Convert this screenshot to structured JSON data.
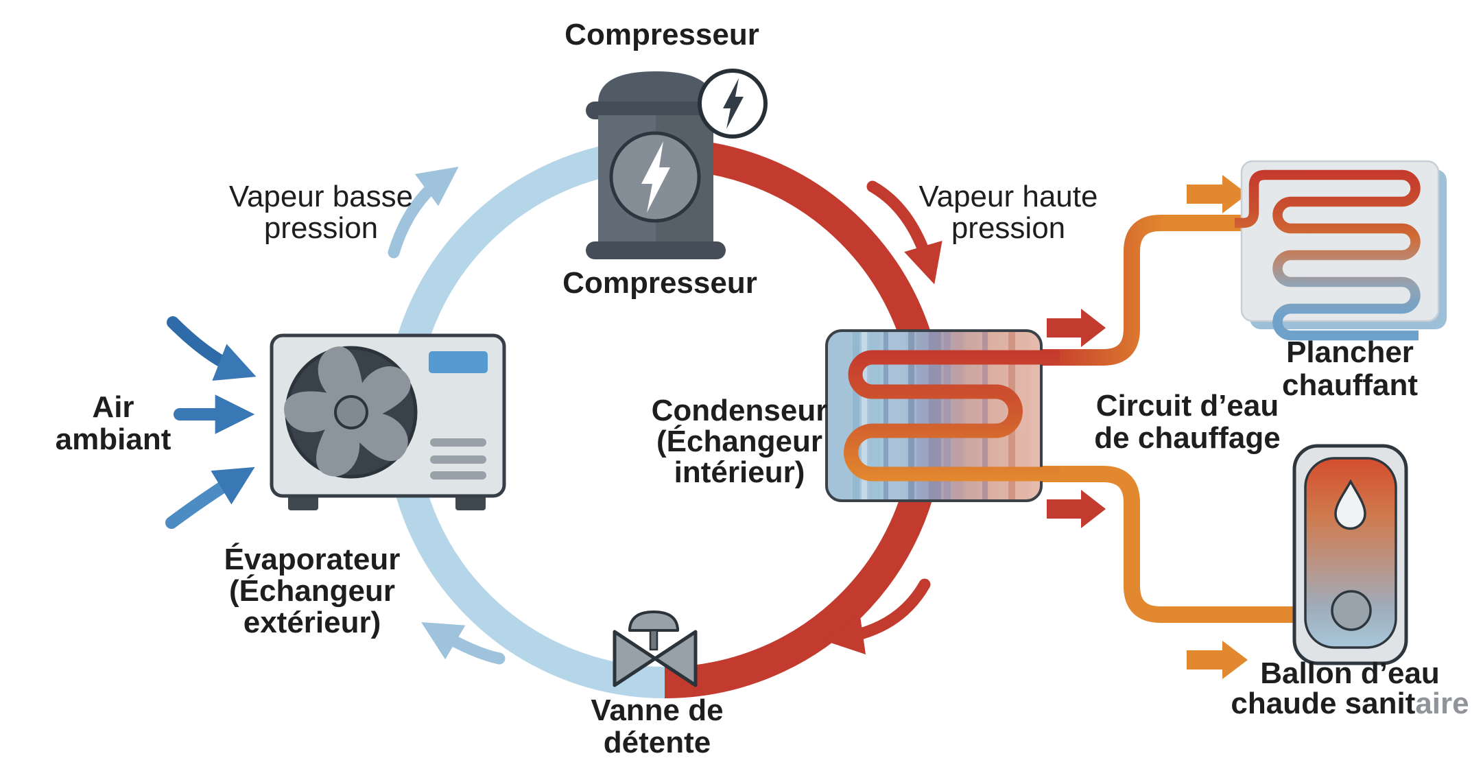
{
  "diagram": {
    "type": "heat-pump-cycle-diagram",
    "language": "fr",
    "labels": {
      "compressor_title": "Compresseur",
      "compressor_caption": "Compresseur",
      "vapor_low_line1": "Vapeur basse",
      "vapor_low_line2": "pression",
      "vapor_high_line1": "Vapeur haute",
      "vapor_high_line2": "pression",
      "air_line1": "Air",
      "air_line2": "ambiant",
      "evaporator_line1": "Évaporateur",
      "evaporator_line2": "(Échangeur",
      "evaporator_line3": "extérieur)",
      "condenser_line1": "Condenseur",
      "condenser_line2": "(Échangeur",
      "condenser_line3": "intérieur)",
      "valve_line1": "Vanne de",
      "valve_line2": "détente",
      "circuit_line1": "Circuit d’eau",
      "circuit_line2": "de chauffage",
      "floor_line1": "Plancher",
      "floor_line2": "chauffant",
      "tank_line1": "Ballon d’eau",
      "tank_line2_main": "chaude sanit",
      "tank_line2_faded": "aire"
    },
    "colors": {
      "low_pressure_loop": "#b5d5e9",
      "low_pressure_arrow": "#9fc3dd",
      "high_pressure_loop": "#c23b2e",
      "water_pipe_orange": "#e2882f",
      "air_arrow_blue": "#3a77b5",
      "text": "#1c1e20",
      "unit_gray": "#dfe4e7",
      "dark_outline": "#2b333b"
    },
    "icons": [
      {
        "name": "compressor-icon",
        "depicts": "compressor canister with lightning bolt emblem"
      },
      {
        "name": "electricity-icon",
        "depicts": "lightning bolt in white circle"
      },
      {
        "name": "evaporator-unit-icon",
        "depicts": "outdoor heat pump unit with fan"
      },
      {
        "name": "expansion-valve-icon",
        "depicts": "bowtie valve with stem cap"
      },
      {
        "name": "condenser-exchanger-icon",
        "depicts": "striped heat exchanger block with coil"
      },
      {
        "name": "floor-heating-icon",
        "depicts": "underfloor heating serpentine coil tile"
      },
      {
        "name": "hot-water-tank-icon",
        "depicts": "hot water cylinder with droplet"
      }
    ]
  }
}
